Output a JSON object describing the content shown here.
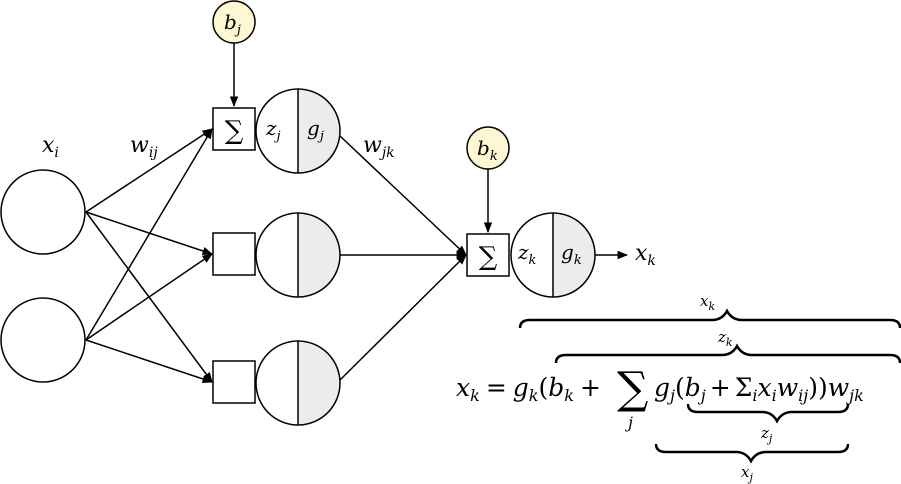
{
  "diagram": {
    "title": "Two-layer neural network forward pass",
    "colors": {
      "bias_fill": "#fdf8d2",
      "activation_fill": "#ececec",
      "stroke": "#000000"
    },
    "labels": {
      "input": "x",
      "input_sub": "i",
      "weight_ij": "w",
      "weight_ij_sub": "ij",
      "weight_jk": "w",
      "weight_jk_sub": "jk",
      "sum_symbol": "∑",
      "bias_j": "b",
      "bias_j_sub": "j",
      "bias_k": "b",
      "bias_k_sub": "k",
      "z_j": "z",
      "z_j_sub": "j",
      "g_j": "g",
      "g_j_sub": "j",
      "z_k": "z",
      "z_k_sub": "k",
      "g_k": "g",
      "g_k_sub": "k",
      "output": "x",
      "output_sub": "k"
    },
    "nodes": {
      "inputs": 2,
      "hidden": 3,
      "outputs": 1
    },
    "equation": {
      "lhs": "x",
      "lhs_sub": "k",
      "eq": "=",
      "g_k": "g",
      "g_k_sub": "k",
      "open": "(",
      "b_k": "b",
      "b_k_sub": "k",
      "plus": "+",
      "sum": "∑",
      "sum_sub": "j",
      "g_j": "g",
      "g_j_sub": "j",
      "open2": "(",
      "b_j": "b",
      "b_j_sub": "j",
      "plus2": "+",
      "Sigma": "Σ",
      "Sigma_sub": "i",
      "x_i": "x",
      "x_i_sub": "i",
      "w_ij": "w",
      "w_ij_sub": "ij",
      "close": "))",
      "w_jk": "w",
      "w_jk_sub": "jk",
      "brace_top_outer": "x",
      "brace_top_outer_sub": "k",
      "brace_top_inner": "z",
      "brace_top_inner_sub": "k",
      "brace_bottom_inner": "z",
      "brace_bottom_inner_sub": "j",
      "brace_bottom_outer": "x",
      "brace_bottom_outer_sub": "j"
    }
  }
}
